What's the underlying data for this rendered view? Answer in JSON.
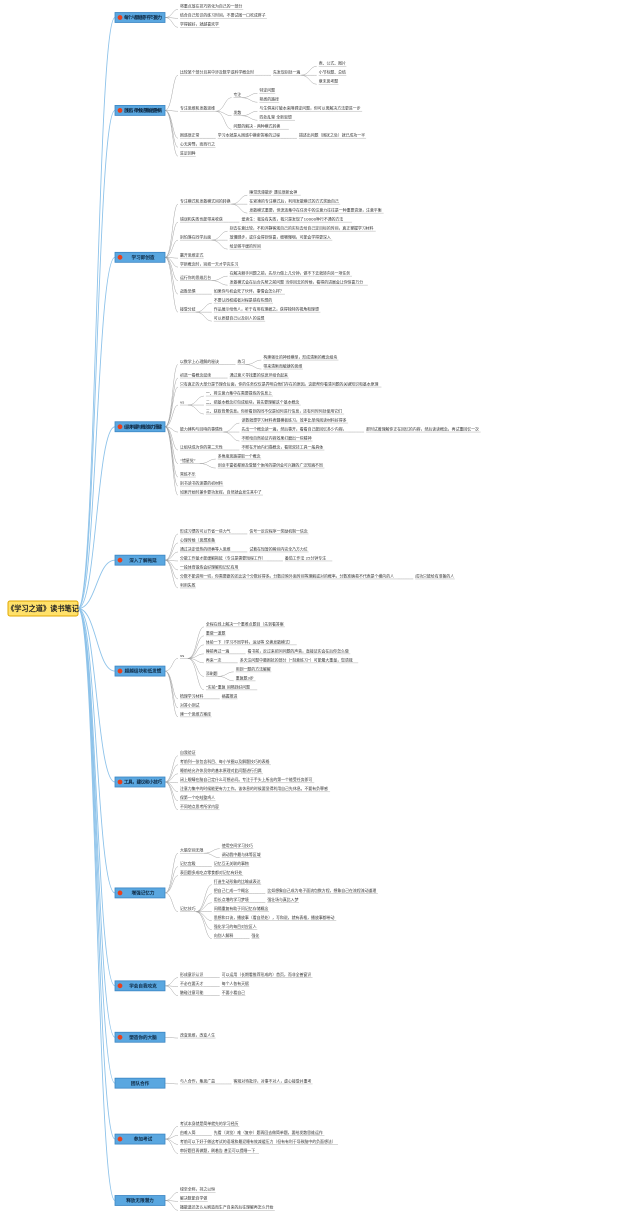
{
  "root": {
    "title": "《学习之道》读书笔记"
  },
  "branches": [
    {
      "label": "每个人都能提升学习能力",
      "icon": true,
      "children": [
        {
          "text": "将重点放在技巧转化为自己的一部分"
        },
        {
          "text": "结合自己知识的练习时间，不要试图一口吃成胖子"
        },
        {
          "text": "学得越好，就越喜欢学"
        }
      ]
    },
    {
      "label": "放轻点，有时候过于勤奋也是种病",
      "icon": true,
      "children": [
        {
          "text": "比较某个部分且其中涉及数学或科学概念时",
          "children": [
            {
              "text": "先发现别处一遍",
              "children": [
                {
                  "text": "表、公式、图片"
                },
                {
                  "text": "小节标题、总结"
                },
                {
                  "text": "章末思考题"
                }
              ]
            }
          ]
        },
        {
          "text": "专注思维和发散思维",
          "children": [
            {
              "text": "专注",
              "children": [
                {
                  "text": "特定问题"
                },
                {
                  "text": "熟悉的路径"
                }
              ]
            },
            {
              "text": "发散",
              "children": [
                {
                  "text": "与生俱来打破本来障碍定问题，但可以离解决方法更进一步"
                },
                {
                  "text": "四处乱窜 全新思想"
                }
              ]
            },
            {
              "text": "问题的解决 - 两种模式转换"
            }
          ]
        },
        {
          "text": "困惑很正常",
          "children": [
            {
              "text": "学习本就是从困惑中摸索答案的过程",
              "children": [
                {
                  "text": "描述出问题（困扰之处）就已成功一半"
                }
              ]
            }
          ]
        },
        {
          "text": "心无旁骛，而西行之"
        },
        {
          "text": "驻足回眸"
        }
      ]
    },
    {
      "label": "学习即创造",
      "icon": true,
      "children": [
        {
          "text": "专注模式和发散模式间的转换",
          "children": [
            {
              "text": "睡觉洗澡散步 遇见很新女神"
            },
            {
              "text": "在紧凑的专注模式后，利用发散模式的方式奖励自己"
            },
            {
              "text": "发散模式重要，但流连集中在任务中的注意力往往是一种重要资源，注意平衡"
            }
          ]
        },
        {
          "text": "错误和失败也能带来收获",
          "children": [
            {
              "text": "爱迪生：我没有失败，我只是发现了10000种行不通的方法"
            }
          ]
        },
        {
          "text": "别怕落在同学后面",
          "children": [
            {
              "text": "别去在意比较，不和淬静客观自己的实际去给自己定目标的时间，真正掌握学习材料"
            },
            {
              "text": "放慢脚步，或许会得到惊喜，细嚼慢咽，可能会学得更深入"
            },
            {
              "text": "给足够平缓的时间"
            }
          ]
        },
        {
          "text": "赢开思维定式"
        },
        {
          "text": "学新概念时，别把一天才学完东习"
        },
        {
          "text": "运行你的思维后台",
          "children": [
            {
              "text": "在解决棘手问题之前，先尽力做上几分钟，做不下去就转向另一项任务"
            },
            {
              "text": "发散模式会在后台先帮之前问题 当你回去的时候，看得的进展会让你惊喜万分"
            }
          ]
        },
        {
          "text": "战胜恐惧",
          "children": [
            {
              "text": "如果你与机会死了伙伴，事情会怎么样？"
            }
          ]
        },
        {
          "text": "接受分歧",
          "children": [
            {
              "text": "不要认同权威者对程是错有些想的"
            },
            {
              "text": "作品展示给他人，听于有用有理据之，获得独特的视角和理想"
            },
            {
              "text": "可以质疑自己以及别人的设想"
            }
          ]
        }
      ]
    },
    {
      "label": "组块构建与概念能力搭建",
      "icon": true,
      "children": [
        {
          "text": "以数学上心理解的秘诀",
          "children": [
            {
              "text": "练习",
              "children": [
                {
                  "text": "构建强壮的神经模型，形成清晰的概念组块"
                },
                {
                  "text": "带来清晰而敏捷的思维"
                }
              ]
            }
          ]
        },
        {
          "text": "初选一看概念延续",
          "children": [
            {
              "text": "通过意义寻找重的信息环组合起来"
            }
          ]
        },
        {
          "text": "只有真正的大部分是节理合后面，你的任务仅仅是弄明白他们存在的原因。这能帮你看清问题的关键知识和基本原理"
        },
        {
          "text": "vs",
          "children": [
            {
              "text": "一、将注意力集中在需要提炼的信息上"
            },
            {
              "text": "二、把基本概念打包成组块，首先要理解这个基本概念"
            },
            {
              "text": "三、获取背景信息。你所看到的同不仅是如何进行信息，还有何时何处使用它们"
            }
          ]
        },
        {
          "text": "能力建构与回响的事情性",
          "children": [
            {
              "text": "读数就想学习材料表疆模板练习，效率比单纯阅读材料好得多"
            },
            {
              "text": "先出一个概念读一遍，然后事开，看看自己能回忆多少内容。",
              "children": [
                {
                  "text": "那时试着理解你正在回忆的内容，然后读读概念，再试重回忆一次"
                }
              ]
            },
            {
              "text": "不断给自然验证内容效果打磨出一些精神"
            }
          ]
        },
        {
          "text": "让组块成为你的第二天性",
          "children": [
            {
              "text": "不断在开始内扫描概念，看密双技工具一般具体"
            }
          ]
        },
        {
          "text": "“错星觉”",
          "children": [
            {
              "text": "多角度思路提取一个概念"
            },
            {
              "text": "创业丰富者都顾及受整个体闲的提供会可兴趣的广泛知遍不同"
            }
          ]
        },
        {
          "text": "常练不乐"
        },
        {
          "text": "别书读书的迷雾的初材料"
        },
        {
          "text": "如果开始时兼件要功发挥，自然就会发生其中了"
        }
      ]
    },
    {
      "label": "深入了解拖延",
      "icon": true,
      "children": [
        {
          "text": "形成习惯的可以节省一些力气",
          "children": [
            {
              "text": "信号一反应程序一奖励机制一信念"
            }
          ]
        },
        {
          "text": "心理时候（思想准备"
        },
        {
          "text": "通过决定低热的研奏等入思维",
          "children": [
            {
              "text": "试着在短暂的瞬间内完全乃方力位"
            }
          ]
        },
        {
          "text": "分散工作量才能缓解拖延（专注是需要短程工作）",
          "children": [
            {
              "text": "番茄工作法 25分钟专注"
            }
          ]
        },
        {
          "text": "一段体育锻炼会好理解和记忆有用"
        },
        {
          "text": "分数不能说明一切，你需要跟的还比这个分数好得多。分数应映外面时间等理解或对的概率。分数准确易不代表是个横向的人",
          "children": [
            {
              "text": "成功只能给有准备的人"
            }
          ]
        },
        {
          "text": "利用失败"
        }
      ]
    },
    {
      "label": "超越组块和低发惯",
      "icon": true,
      "children": [
        {
          "text": "vs",
          "children": [
            {
              "text": "全程在线上解决一个重难点题目（先到看答案"
            },
            {
              "text": "重做一道题"
            },
            {
              "text": "体验一下（学习不同学科，运动等 交换发散模式）"
            },
            {
              "text": "睡前再过一遍",
              "children": [
                {
                  "text": "看书前，反过来把问问题的声音，直接证实会在后你怎么做"
                }
              ]
            },
            {
              "text": "再来一次",
              "children": [
                {
                  "text": "多天注问题中最困扰的部分（“刻意练习”）可能最大重量，您语我"
                }
              ]
            },
            {
              "text": "添刷题",
              "children": [
                {
                  "text": "用到一题的方法解解"
                },
                {
                  "text": "重复题3步"
                }
              ]
            },
            {
              "text": "“实验”重复 间隔到好问题"
            }
          ]
        },
        {
          "text": "梳理学习材料",
          "children": [
            {
              "text": "搞握推进"
            }
          ]
        },
        {
          "text": "对答小测试"
        },
        {
          "text": "建一个思维方案库"
        }
      ]
    },
    {
      "label": "工具，建议和小技巧",
      "icon": true,
      "children": [
        {
          "text": "自我验证"
        },
        {
          "text": "考前列一张包含科目、每小节圈以及解题技巧的表格"
        },
        {
          "text": "睡前给允许休员你的基本原理对此问题进行归属"
        },
        {
          "text": "闭上眼睛在脑自己定什么可想必问。专注于手头上所出的第一个能受任务即可"
        },
        {
          "text": "注意力集中的时候能更有力工作。该休息的时候要显得利用自己先休息。不要有负罪感"
        },
        {
          "text": "保第一个吃蛙整鸡人"
        },
        {
          "text": "不同地点思考所学内容"
        }
      ]
    },
    {
      "label": "增强记忆力",
      "icon": true,
      "children": [
        {
          "text": "大脑空间无限",
          "children": [
            {
              "text": "使用空间学习技巧"
            },
            {
              "text": "调动我中最与体等区域"
            }
          ]
        },
        {
          "text": "记忆宫殿",
          "children": [
            {
              "text": "记忆互无关联的事物"
            }
          ]
        },
        {
          "text": "表回题多成吃点零食都对记忆有好处"
        },
        {
          "text": "记忆技巧",
          "children": [
            {
              "text": "打造生动形象的比喻或表达"
            },
            {
              "text": "把自己仁成一个概念",
              "children": [
                {
                  "text": "比如想象自己成为电子面流包数方程，想象自己在流程流动道理"
                }
              ]
            },
            {
              "text": "用长点增的学习梦境",
              "children": [
                {
                  "text": "强壮场与真比入梦"
                }
              ]
            },
            {
              "text": "间隔重复有助于问记忆存储概念"
            },
            {
              "text": "思想和口诀，播放事（看自然处），写和说，就有表格，播放事都带动"
            },
            {
              "text": "强化学习的每目对应区人"
            },
            {
              "text": "向别人解释",
              "children": [
                {
                  "text": "强化"
                }
              ]
            }
          ]
        }
      ]
    },
    {
      "label": "学会自我攻克",
      "icon": true,
      "children": [
        {
          "text": "形成意识认识",
          "children": [
            {
              "text": "可以运用（长期看推荐形成的）首页，而非全善窗识"
            }
          ]
        },
        {
          "text": "不必在要天才",
          "children": [
            {
              "text": "每个人各有天赋"
            }
          ]
        },
        {
          "text": "触碰注意可能",
          "children": [
            {
              "text": "不要小看自己"
            }
          ]
        }
      ]
    },
    {
      "label": "塑造你的大脑",
      "icon": true,
      "children": [
        {
          "text": "改变思维，改变人生"
        }
      ]
    },
    {
      "label": "团队合作",
      "icon": false,
      "children": [
        {
          "text": "与人合作，集思广益",
          "children": [
            {
              "text": "客观对待批评，对事不对人，虚心接受并重考"
            }
          ]
        }
      ]
    },
    {
      "label": "参加考试",
      "icon": true,
      "children": [
        {
          "text": "考试本身就是简单就先的学习经历"
        },
        {
          "text": "由难入简",
          "children": [
            {
              "text": "先看（浏览）难（复杂）题再回去做简单题，要给发散思维运作"
            }
          ]
        },
        {
          "text": "考前可以下好于做这考试的语境和最泥睡有效减缓压力（但有有利于导致脑中的负面想法）"
        },
        {
          "text": "审好题目再做题，刷着告 甚至可以提睡一下"
        }
      ]
    },
    {
      "label": "释放无限潜力",
      "icon": false,
      "children": [
        {
          "text": "绿至全称，持之以恒"
        },
        {
          "text": "解决数能自学做"
        },
        {
          "text": "播散道还怎么从刷造而生产自来的后往理解再怎么开始"
        }
      ]
    }
  ]
}
